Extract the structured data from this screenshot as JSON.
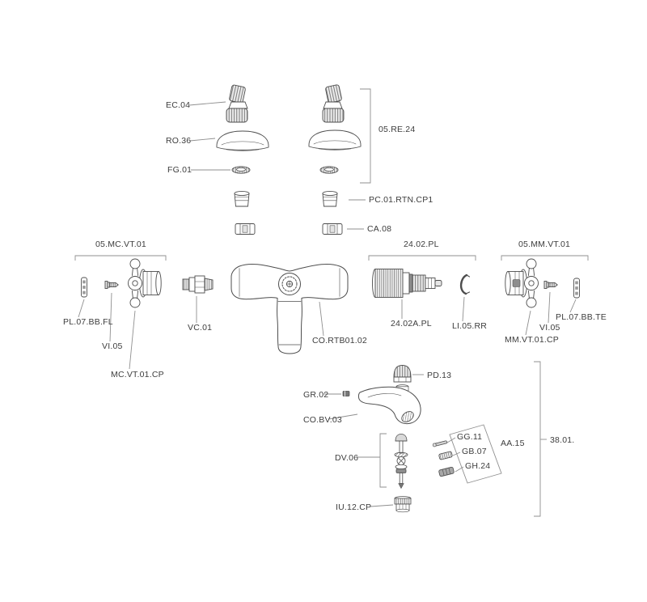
{
  "labels": {
    "ec_04": "EC.04",
    "ro_36": "RO.36",
    "fg_01": "FG.01",
    "re_05_24": "05.RE.24",
    "pc_01_rtn_cp1": "PC.01.RTN.CP1",
    "ca_08": "CA.08",
    "mc_vt_05": "05.MC.VT.01",
    "pl_24_02": "24.02.PL",
    "mm_vt_05": "05.MM.VT.01",
    "pl_07_bb_fl": "PL.07.BB.FL",
    "vi_05_left": "VI.05",
    "mc_vt_01_cp": "MC.VT.01.CP",
    "vc_01": "VC.01",
    "co_rtb01_02": "CO.RTB01.02",
    "pl_24_02a": "24.02A.PL",
    "li_05_rr": "LI.05.RR",
    "pl_07_bb_te": "PL.07.BB.TE",
    "vi_05_right": "VI.05",
    "mm_vt_01_cp": "MM.VT.01.CP",
    "pd_13": "PD.13",
    "gr_02": "GR.02",
    "co_bv_03": "CO.BV.03",
    "dv_06": "DV.06",
    "gg_11": "GG.11",
    "gb_07": "GB.07",
    "gh_24": "GH.24",
    "aa_15": "AA.15",
    "item_38_01": "38.01.",
    "iu_12_cp": "IU.12.CP"
  },
  "colors": {
    "line": "#4d4d4d",
    "leader": "#8f8f8f",
    "text": "#3d3d3d",
    "background": "#ffffff"
  }
}
